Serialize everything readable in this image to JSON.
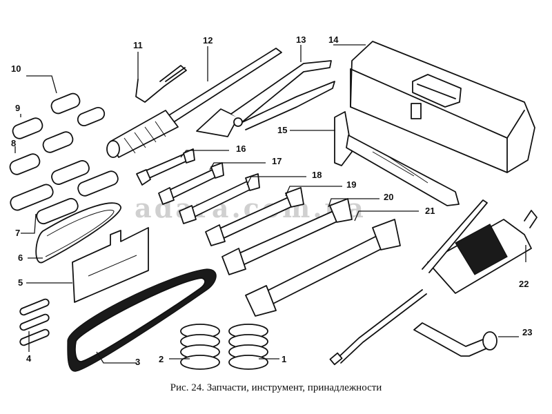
{
  "caption": "Рис. 24. Запчасти, инструмент, принадлежности",
  "watermark": "adara.com.ua",
  "callouts": {
    "c1": "1",
    "c2": "2",
    "c3": "3",
    "c4": "4",
    "c5": "5",
    "c6": "6",
    "c7": "7",
    "c8": "8",
    "c9": "9",
    "c10": "10",
    "c11": "11",
    "c12": "12",
    "c13": "13",
    "c14": "14",
    "c15": "15",
    "c16": "16",
    "c17": "17",
    "c18": "18",
    "c19": "19",
    "c20": "20",
    "c21": "21",
    "c22": "22",
    "c23": "23"
  }
}
